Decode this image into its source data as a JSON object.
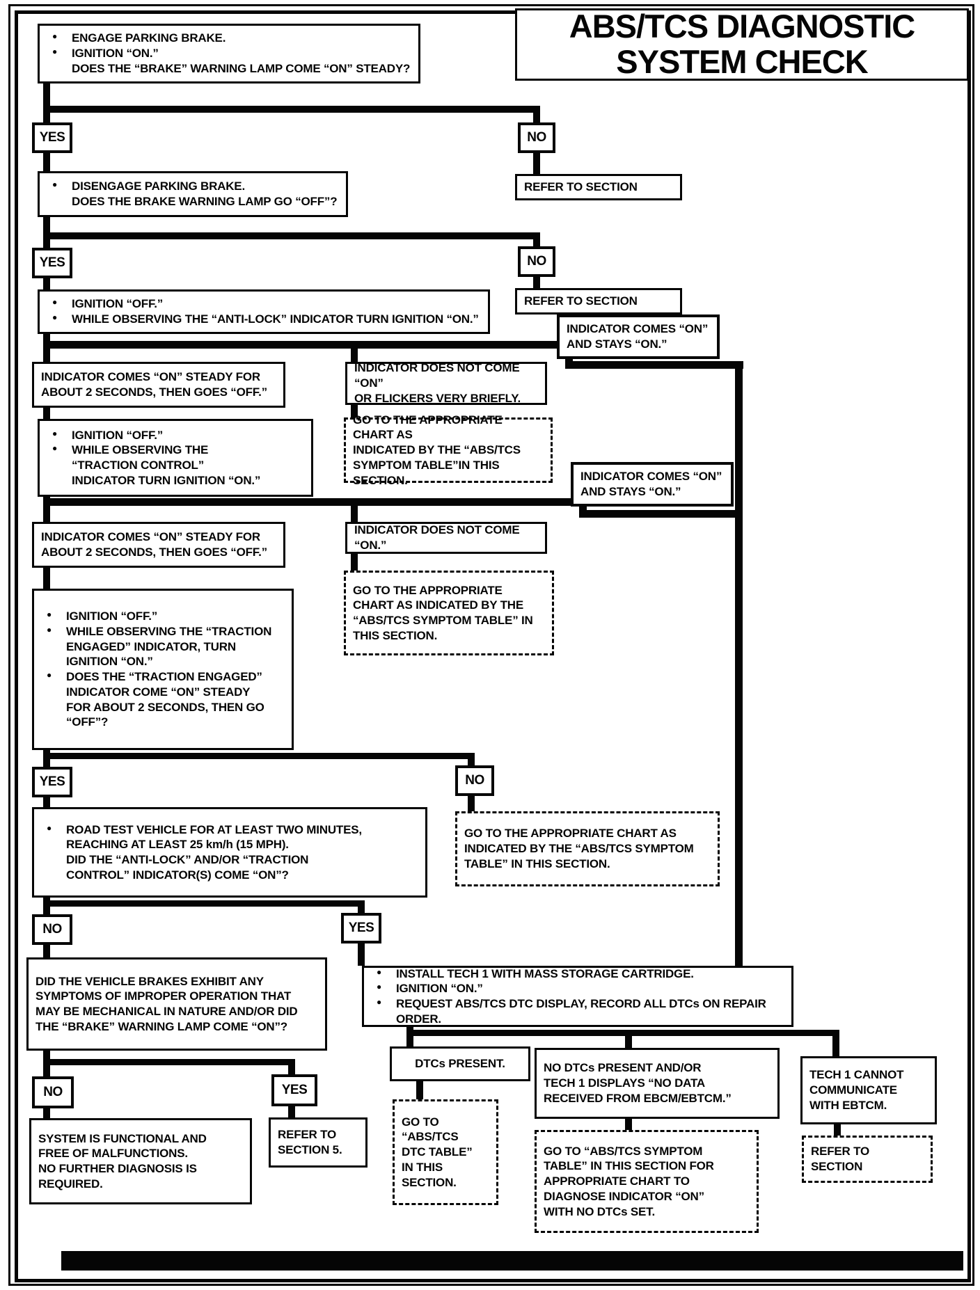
{
  "title": {
    "line1": "ABS/TCS DIAGNOSTIC",
    "line2": "SYSTEM CHECK"
  },
  "labels": {
    "yes": "YES",
    "no": "NO"
  },
  "colors": {
    "ink": "#050505",
    "paper": "#ffffff"
  },
  "nodes": {
    "start": {
      "lines": [
        "ENGAGE PARKING BRAKE.",
        "IGNITION “ON.”",
        "DOES THE “BRAKE” WARNING LAMP COME “ON” STEADY?"
      ],
      "bullets": [
        1,
        1,
        0
      ]
    },
    "disengage": {
      "lines": [
        "DISENGAGE PARKING BRAKE.",
        "DOES THE BRAKE WARNING LAMP GO “OFF”?"
      ],
      "bullets": [
        1,
        0
      ]
    },
    "refer_section_1": {
      "lines": [
        "REFER TO SECTION"
      ]
    },
    "ignition_antilock": {
      "lines": [
        "IGNITION “OFF.”",
        "WHILE OBSERVING THE “ANTI-LOCK” INDICATOR TURN IGNITION “ON.”"
      ],
      "bullets": [
        1,
        1
      ]
    },
    "refer_section_2": {
      "lines": [
        "REFER TO SECTION"
      ]
    },
    "indicator_steady_1": {
      "lines": [
        "INDICATOR COMES “ON” STEADY FOR",
        "ABOUT 2 SECONDS, THEN GOES “OFF.”"
      ]
    },
    "indicator_not_on_1": {
      "lines": [
        "INDICATOR DOES NOT COME “ON”",
        "OR FLICKERS VERY BRIEFLY."
      ]
    },
    "indicator_stays_on_1": {
      "lines": [
        "INDICATOR COMES “ON”",
        "AND STAYS “ON.”"
      ]
    },
    "traction_control": {
      "lines": [
        "IGNITION “OFF.”",
        "WHILE OBSERVING THE",
        "“TRACTION CONTROL”",
        "INDICATOR TURN IGNITION “ON.”"
      ],
      "bullets": [
        1,
        1,
        0,
        0
      ]
    },
    "goto_symptom_chart_1": {
      "lines": [
        "GO TO THE APPROPRIATE CHART AS",
        "INDICATED BY THE “ABS/TCS",
        "SYMPTOM TABLE”IN THIS SECTION."
      ]
    },
    "indicator_steady_2": {
      "lines": [
        "INDICATOR COMES “ON” STEADY FOR",
        "ABOUT 2 SECONDS, THEN GOES “OFF.”"
      ]
    },
    "indicator_not_on_2": {
      "lines": [
        "INDICATOR DOES NOT COME “ON.”"
      ]
    },
    "indicator_stays_on_2": {
      "lines": [
        "INDICATOR COMES “ON”",
        "AND STAYS “ON.”"
      ]
    },
    "goto_symptom_chart_2": {
      "lines": [
        "GO TO THE APPROPRIATE",
        "CHART AS INDICATED BY THE",
        "“ABS/TCS SYMPTOM TABLE” IN",
        "THIS SECTION."
      ]
    },
    "traction_engaged": {
      "lines": [
        "IGNITION “OFF.”",
        "WHILE OBSERVING THE “TRACTION",
        "ENGAGED” INDICATOR, TURN",
        "IGNITION “ON.”",
        "DOES THE “TRACTION ENGAGED”",
        "INDICATOR COME “ON” STEADY",
        "FOR ABOUT 2 SECONDS, THEN GO",
        "“OFF”?"
      ],
      "bullets": [
        1,
        1,
        0,
        0,
        1,
        0,
        0,
        0
      ]
    },
    "road_test": {
      "lines": [
        "ROAD TEST VEHICLE FOR AT LEAST TWO MINUTES,",
        "REACHING AT LEAST 25 km/h (15 MPH).",
        "DID THE “ANTI-LOCK” AND/OR “TRACTION",
        "CONTROL” INDICATOR(S) COME “ON”?"
      ],
      "bullets": [
        1,
        0,
        0,
        0
      ]
    },
    "goto_symptom_chart_3": {
      "lines": [
        "GO TO THE APPROPRIATE CHART AS",
        "INDICATED BY THE “ABS/TCS SYMPTOM",
        "TABLE” IN THIS SECTION."
      ]
    },
    "vehicle_brakes": {
      "lines": [
        "DID THE VEHICLE BRAKES EXHIBIT ANY",
        "SYMPTOMS OF IMPROPER OPERATION THAT",
        "MAY BE MECHANICAL IN NATURE AND/OR DID",
        "THE “BRAKE” WARNING LAMP COME “ON”?"
      ]
    },
    "install_tech1": {
      "lines": [
        "INSTALL TECH 1 WITH MASS STORAGE CARTRIDGE.",
        "IGNITION “ON.”",
        "REQUEST ABS/TCS DTC DISPLAY, RECORD ALL DTCs ON REPAIR ORDER."
      ],
      "bullets": [
        1,
        1,
        1
      ]
    },
    "system_functional": {
      "lines": [
        "SYSTEM IS FUNCTIONAL AND",
        "FREE OF MALFUNCTIONS.",
        "NO FURTHER DIAGNOSIS IS",
        "REQUIRED."
      ]
    },
    "refer_section_5": {
      "lines": [
        "REFER TO",
        "SECTION 5."
      ]
    },
    "dtcs_present": {
      "lines": [
        "DTCs PRESENT."
      ]
    },
    "goto_dtc_table": {
      "lines": [
        "GO TO",
        "“ABS/TCS",
        "DTC TABLE”",
        "IN THIS",
        "SECTION."
      ]
    },
    "no_dtcs": {
      "lines": [
        "NO DTCs PRESENT AND/OR",
        "TECH 1 DISPLAYS “NO DATA",
        "RECEIVED FROM EBCM/EBTCM.”"
      ]
    },
    "goto_symptom_table": {
      "lines": [
        "GO TO “ABS/TCS SYMPTOM",
        "TABLE” IN THIS SECTION FOR",
        "APPROPRIATE CHART TO",
        "DIAGNOSE INDICATOR “ON”",
        "WITH NO DTCs SET."
      ]
    },
    "tech1_cannot": {
      "lines": [
        "TECH 1 CANNOT",
        "COMMUNICATE",
        "WITH EBTCM."
      ]
    },
    "refer_section_6": {
      "lines": [
        "REFER TO",
        "SECTION"
      ]
    }
  }
}
